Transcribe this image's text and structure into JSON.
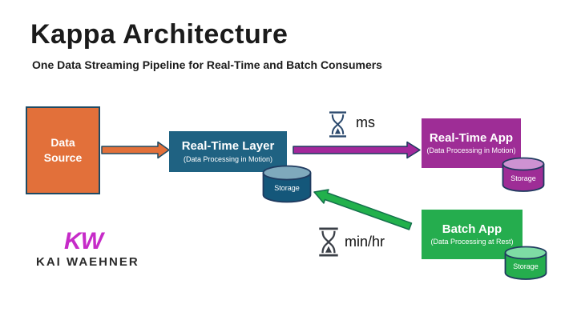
{
  "slide": {
    "title": "Kappa Architecture",
    "subtitle": "One Data Streaming Pipeline for Real-Time and Batch Consumers"
  },
  "nodes": {
    "data_source": {
      "label": "Data Source",
      "fill": "#E2703A",
      "border": "#1E4A63"
    },
    "realtime_layer": {
      "title": "Real-Time Layer",
      "subtitle": "(Data Processing in Motion)",
      "fill": "#1F6282",
      "storage": {
        "label": "Storage",
        "body": "#14577A",
        "top": "#7FA9BC"
      }
    },
    "realtime_app": {
      "title": "Real-Time App",
      "subtitle": "(Data Processing in Motion)",
      "fill": "#9E2D96",
      "storage": {
        "label": "Storage",
        "body": "#9E2D96",
        "top": "#CE92D2"
      }
    },
    "batch_app": {
      "title": "Batch App",
      "subtitle": "(Data Processing at Rest)",
      "fill": "#25AD4E",
      "storage": {
        "label": "Storage",
        "body": "#25AD4E",
        "top": "#7EDCA4"
      }
    }
  },
  "flows": {
    "source_to_layer": {
      "from": "Data Source",
      "to": "Real-Time Layer",
      "color": "#E2703A"
    },
    "layer_to_realtime_app": {
      "from": "Real-Time Layer",
      "to": "Real-Time App",
      "latency": "ms",
      "color": "#A3289B"
    },
    "batch_app_to_layer": {
      "from": "Batch App",
      "to": "Real-Time Layer Storage",
      "latency": "min/hr",
      "color": "#22B14C"
    }
  },
  "branding": {
    "monogram": "KW",
    "wordmark": "KAI WAEHNER",
    "accent": "#C62BC8"
  },
  "colors": {
    "outline": "#1F3A5F",
    "text_dark": "#1b1b1b"
  }
}
